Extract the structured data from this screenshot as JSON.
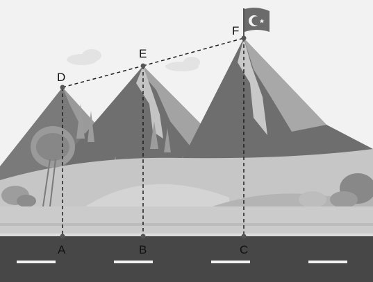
{
  "points": {
    "A": "A",
    "B": "B",
    "C": "C",
    "D": "D",
    "E": "E",
    "F": "F"
  },
  "colors": {
    "sky": "#f1f1f1",
    "mountain_dark": "#727272",
    "mountain_light": "#a9a9a9",
    "hill": "#b9b9b9",
    "road": "#454545",
    "dashed_line": "#222222",
    "point": "#555555"
  },
  "flag": {
    "icon": "crescent-star-icon"
  }
}
